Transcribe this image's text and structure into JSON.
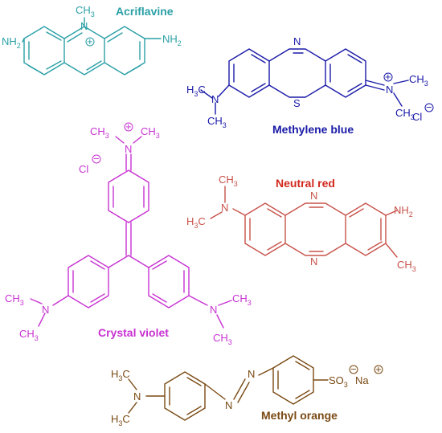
{
  "colors": {
    "acriflavine": "#2aa0a6",
    "methylene_blue": "#1a1aa8",
    "crystal_violet": "#c832d2",
    "neutral_red": "#c8524a",
    "methyl_orange": "#7a4a14",
    "neutral_red_title": "#d2281e"
  },
  "molecules": {
    "acriflavine": {
      "name": "Acriflavine",
      "labels": {
        "ch3": "CH",
        "ch3_sub": "3",
        "n": "N",
        "plus": "+",
        "nh2_left": "NH",
        "nh2_left_sub": "2",
        "nh2_right": "NH",
        "nh2_right_sub": "2"
      }
    },
    "methylene_blue": {
      "name": "Methylene blue",
      "labels": {
        "n_top": "N",
        "s": "S",
        "n_left": "N",
        "h3c_left": "H",
        "h3c_left_sub": "3",
        "h3c_left_c": "C",
        "ch3_left": "CH",
        "ch3_left_sub": "3",
        "n_right": "N",
        "plus": "+",
        "ch3_r1": "CH",
        "ch3_r1_sub": "3",
        "ch3_r2": "CH",
        "ch3_r2_sub": "3",
        "cl": "Cl",
        "minus": "−"
      }
    },
    "crystal_violet": {
      "name": "Crystal violet",
      "labels": {
        "ch3_a": "CH",
        "ch3_a_sub": "3",
        "ch3_b": "CH",
        "ch3_b_sub": "3",
        "n_top": "N",
        "plus": "+",
        "cl": "Cl",
        "minus": "−",
        "ch3_l1": "CH",
        "ch3_l1_sub": "3",
        "ch3_l2": "CH",
        "ch3_l2_sub": "3",
        "n_left": "N",
        "ch3_r1": "CH",
        "ch3_r1_sub": "3",
        "ch3_r2": "CH",
        "ch3_r2_sub": "3",
        "n_right": "N"
      }
    },
    "neutral_red": {
      "name": "Neutral red",
      "labels": {
        "ch3_top": "CH",
        "ch3_top_sub": "3",
        "n_amine": "N",
        "h3c": "H",
        "h3c_sub": "3",
        "h3c_c": "C",
        "n_top": "N",
        "n_bottom": "N",
        "nh2": "NH",
        "nh2_sub": "2",
        "ch3_right": "CH",
        "ch3_right_sub": "3"
      }
    },
    "methyl_orange": {
      "name": "Methyl orange",
      "labels": {
        "h3c_top": "H",
        "h3c_top_sub": "3",
        "h3c_top_c": "C",
        "h3c_bot": "H",
        "h3c_bot_sub": "3",
        "h3c_bot_c": "C",
        "n_amine": "N",
        "n_azo1": "N",
        "n_azo2": "N",
        "so3": "SO",
        "so3_sub": "3",
        "minus": "−",
        "na": "Na",
        "plus": "+"
      }
    }
  }
}
